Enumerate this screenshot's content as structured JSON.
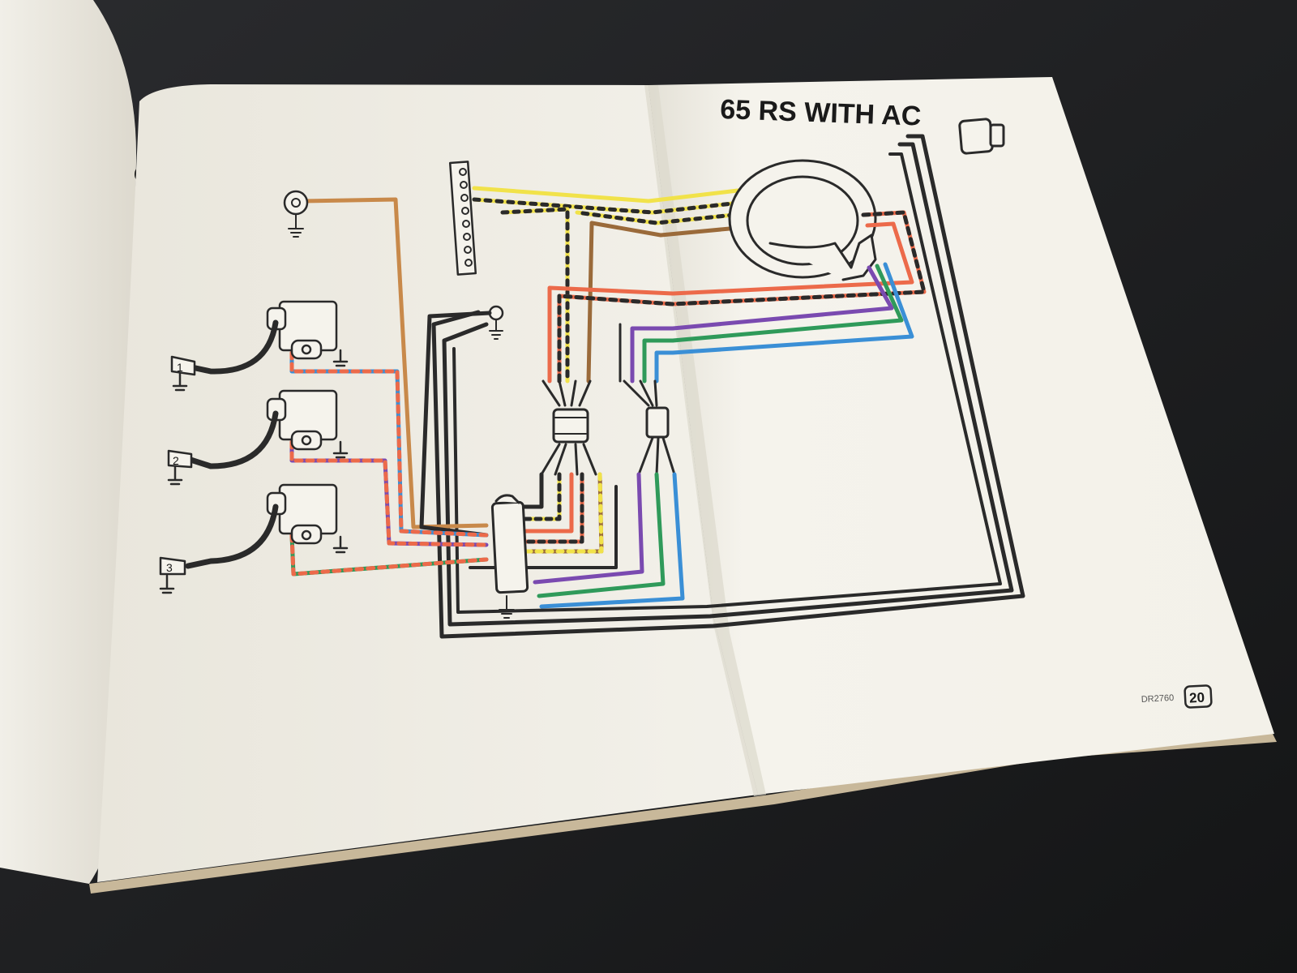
{
  "diagram": {
    "title": "65 RS WITH AC",
    "drawing_number": "DR2760",
    "page_number": "20",
    "cylinder_labels": [
      "1",
      "2",
      "3"
    ]
  },
  "colors": {
    "background": "#1b1c1e",
    "page": "#f4f2ea",
    "black_wire": "#2a2a2a",
    "brown_wire": "#9a6a3a",
    "tan_wire": "#c8894a",
    "yellow_wire": "#f1e24a",
    "orange_wire": "#ec6a4a",
    "blue_wire": "#3a8fd6",
    "purple_wire": "#7a4ab0",
    "green_wire": "#2f9a5a"
  }
}
